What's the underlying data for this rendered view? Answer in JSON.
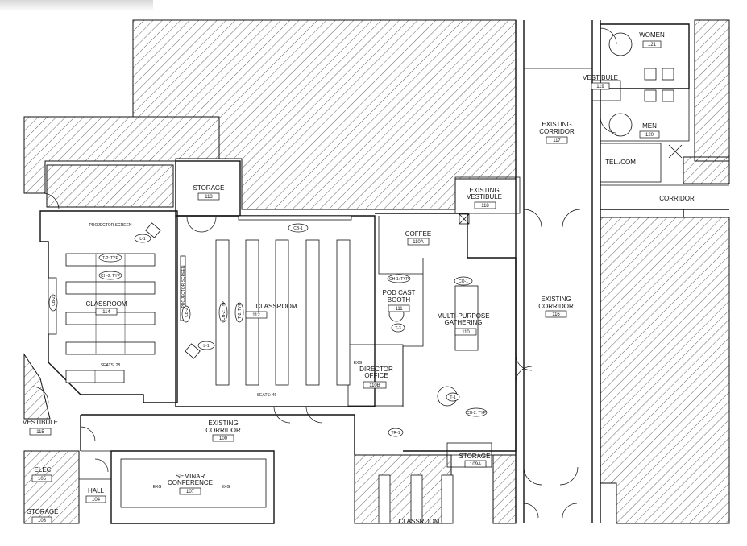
{
  "rooms": {
    "women": {
      "name": "WOMEN",
      "number": "121"
    },
    "vestibule_119": {
      "name": "VESTIBULE",
      "number": "119"
    },
    "men": {
      "name": "MEN",
      "number": "120"
    },
    "existing_corridor_117": {
      "name": "EXISTING CORRIDOR",
      "number": "117"
    },
    "tel_com": {
      "name": "TEL./COM"
    },
    "corridor": {
      "name": "CORRIDOR"
    },
    "storage_113": {
      "name": "STORAGE",
      "number": "113"
    },
    "existing_vestibule_118": {
      "name": "EXISTING VESTIBULE",
      "number": "118"
    },
    "coffee": {
      "name": "COFFEE",
      "number": "110A"
    },
    "classroom_114": {
      "name": "CLASSROOM",
      "number": "114",
      "seats": "SEATS: 28"
    },
    "classroom_112": {
      "name": "CLASSROOM",
      "number": "112",
      "seats": "SEATS: 46"
    },
    "pod_cast_booth": {
      "name": "POD CAST BOOTH",
      "number": "111"
    },
    "multi_purpose": {
      "name": "MULTI-PURPOSE GATHERING",
      "number": "110"
    },
    "existing_corridor_116": {
      "name": "EXISTING CORRIDOR",
      "number": "116"
    },
    "director_office": {
      "name": "DIRECTOR OFFICE",
      "number": "110B"
    },
    "vestibule_115": {
      "name": "VESTIBULE",
      "number": "115"
    },
    "existing_corridor_100": {
      "name": "EXISTING CORRIDOR",
      "number": "100"
    },
    "elec": {
      "name": "ELEC",
      "number": "105"
    },
    "hall": {
      "name": "HALL",
      "number": "104"
    },
    "storage_103": {
      "name": "STORAGE",
      "number": "103"
    },
    "seminar": {
      "name": "SEMINAR CONFERENCE",
      "number": "107"
    },
    "storage_109a": {
      "name": "STORAGE",
      "number": "109A"
    },
    "classroom_bottom": {
      "name": "CLASSROOM"
    }
  },
  "annotations": {
    "projector_screen": "PROJECTOR SCREEN",
    "l1": "L-1",
    "t2_typ": "T-2: TYP",
    "ch2_typ": "CH-2: TYP",
    "cb1": "CB-1",
    "cb2": "CB-2",
    "co1": "CO-1",
    "ch1_typ": "CH-1: TYP",
    "t3": "T-3",
    "t1": "T-1",
    "tr1": "TR-1",
    "exg": "EXG"
  }
}
